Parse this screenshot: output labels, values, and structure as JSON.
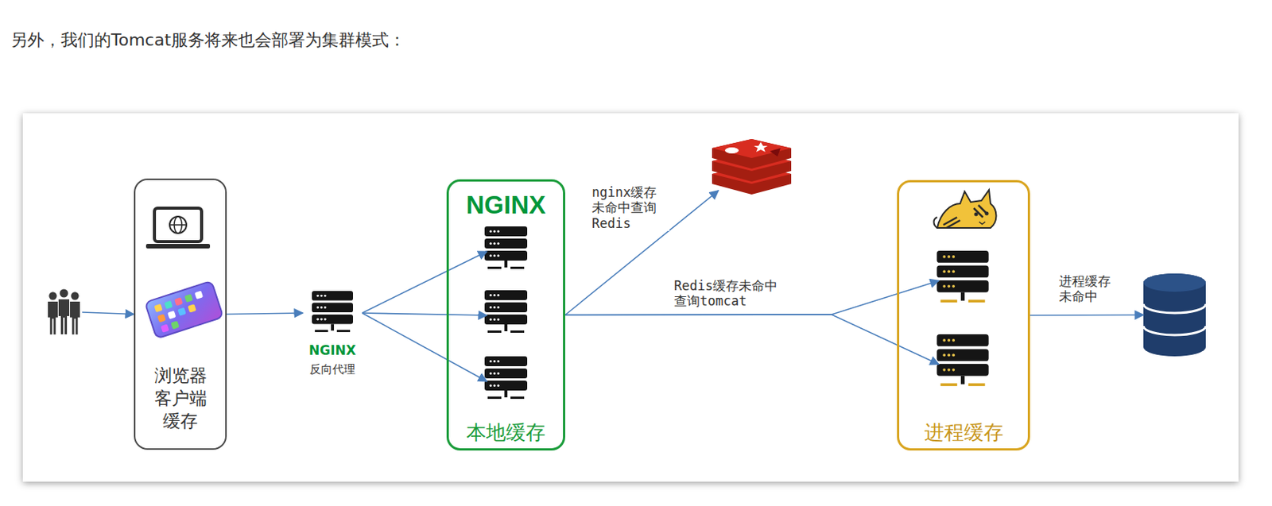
{
  "diagram": {
    "title": "另外，我们的Tomcat服务将来也会部署为集群模式：",
    "nodes": [
      {
        "text": []
      },
      {
        "text": [
          "浏览器 客户端 缓存"
        ]
      },
      {
        "text": [
          "NGINX",
          "反向代理"
        ]
      },
      {
        "text": [
          "NGINX",
          "本地缓存"
        ]
      },
      {
        "text": [],
        "in": 3
      },
      {
        "text": [],
        "in": 3
      },
      {
        "text": [],
        "in": 3
      },
      {
        "text": []
      },
      {
        "text": [
          "进程缓存"
        ]
      },
      {
        "text": [],
        "in": 8
      },
      {
        "text": [],
        "in": 8
      },
      {
        "text": []
      }
    ],
    "edges": [
      {
        "from": 0,
        "to": 1,
        "arrow": "to"
      },
      {
        "from": 1,
        "to": 2,
        "arrow": "to"
      },
      {
        "from": 2,
        "to": 4,
        "arrow": "to"
      },
      {
        "from": 2,
        "to": 5,
        "arrow": "to"
      },
      {
        "from": 2,
        "to": 6,
        "arrow": "to"
      },
      {
        "from": 3,
        "to": 7,
        "label": "nginx缓存 未命中查询 Redis",
        "arrow": "to"
      },
      {
        "from": 3,
        "to": 9,
        "label": "Redis缓存未命中 查询tomcat",
        "arrow": "to"
      },
      {
        "from": 3,
        "to": 10,
        "arrow": "to"
      },
      {
        "from": 8,
        "to": 11,
        "label": "进程缓存 未命中",
        "arrow": "to"
      }
    ]
  }
}
